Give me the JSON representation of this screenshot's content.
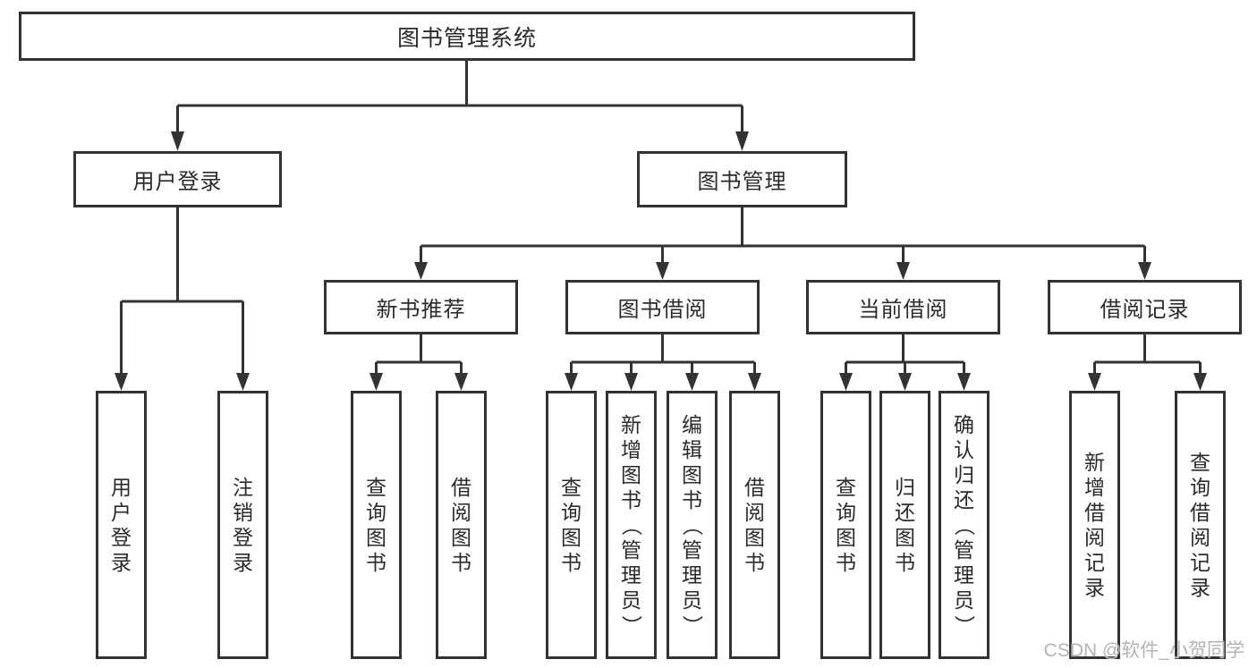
{
  "diagram": {
    "root": {
      "label": "图书管理系统"
    },
    "level2": [
      {
        "label": "用户登录"
      },
      {
        "label": "图书管理"
      }
    ],
    "level3": [
      {
        "label": "新书推荐"
      },
      {
        "label": "图书借阅"
      },
      {
        "label": "当前借阅"
      },
      {
        "label": "借阅记录"
      }
    ],
    "leaves": {
      "user_login": [
        "用户登录",
        "注销登录"
      ],
      "new_books": [
        "查询图书",
        "借阅图书"
      ],
      "book_borrow": [
        "查询图书",
        "新增图书（管理员）",
        "编辑图书（管理员）",
        "借阅图书"
      ],
      "current_borrow": [
        "查询图书",
        "归还图书",
        "确认归还（管理员）"
      ],
      "borrow_records": [
        "新增借阅记录",
        "查询借阅记录"
      ]
    }
  },
  "watermark": {
    "text": "CSDN @软件_小贺同学"
  },
  "colors": {
    "line": "#333333",
    "box_border": "#333333",
    "box_fill": "#ffffff",
    "text": "#2b2b2b",
    "watermark": "#b4b4b4"
  }
}
